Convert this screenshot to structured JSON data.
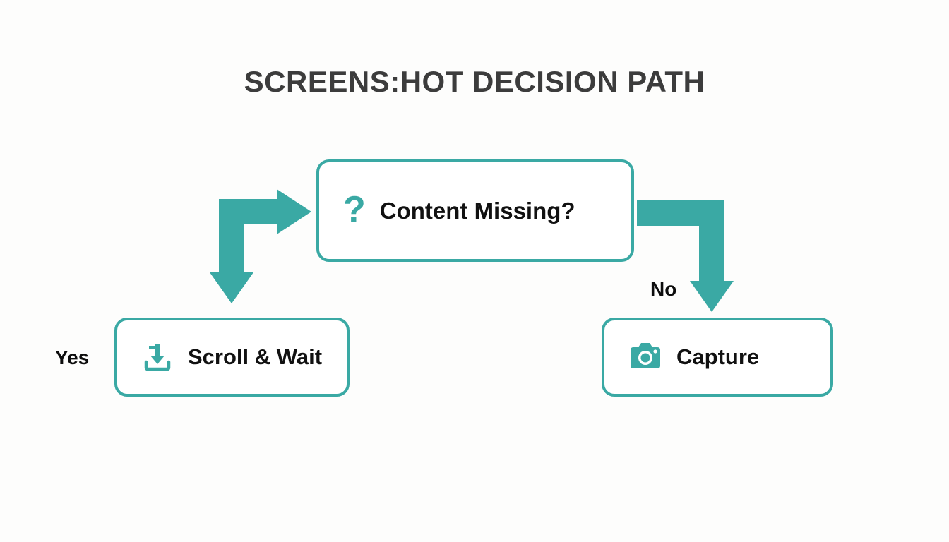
{
  "title": "SCREENS:HOT DECISION PATH",
  "theme": {
    "background": "#fdfdfc",
    "accent_teal": "#3aa9a4",
    "title_color": "#3c3c3c",
    "node_text_color": "#111111",
    "node_fill": "#ffffff"
  },
  "diagram": {
    "type": "flowchart",
    "nodes": [
      {
        "id": "decision",
        "label": "Content Missing?",
        "icon": "question-mark-icon",
        "icon_glyph": "?",
        "shape": "rounded-rectangle",
        "role": "decision"
      },
      {
        "id": "scroll",
        "label": "Scroll & Wait",
        "icon": "download-tray-icon",
        "shape": "rounded-rectangle",
        "role": "action"
      },
      {
        "id": "capture",
        "label": "Capture",
        "icon": "camera-icon",
        "shape": "rounded-rectangle",
        "role": "action"
      }
    ],
    "edges": [
      {
        "id": "yes-edge",
        "from": "decision",
        "to": "scroll",
        "label": "Yes",
        "style": "elbow-double-arrow"
      },
      {
        "id": "no-edge",
        "from": "decision",
        "to": "capture",
        "label": "No",
        "style": "elbow-arrow"
      }
    ]
  }
}
